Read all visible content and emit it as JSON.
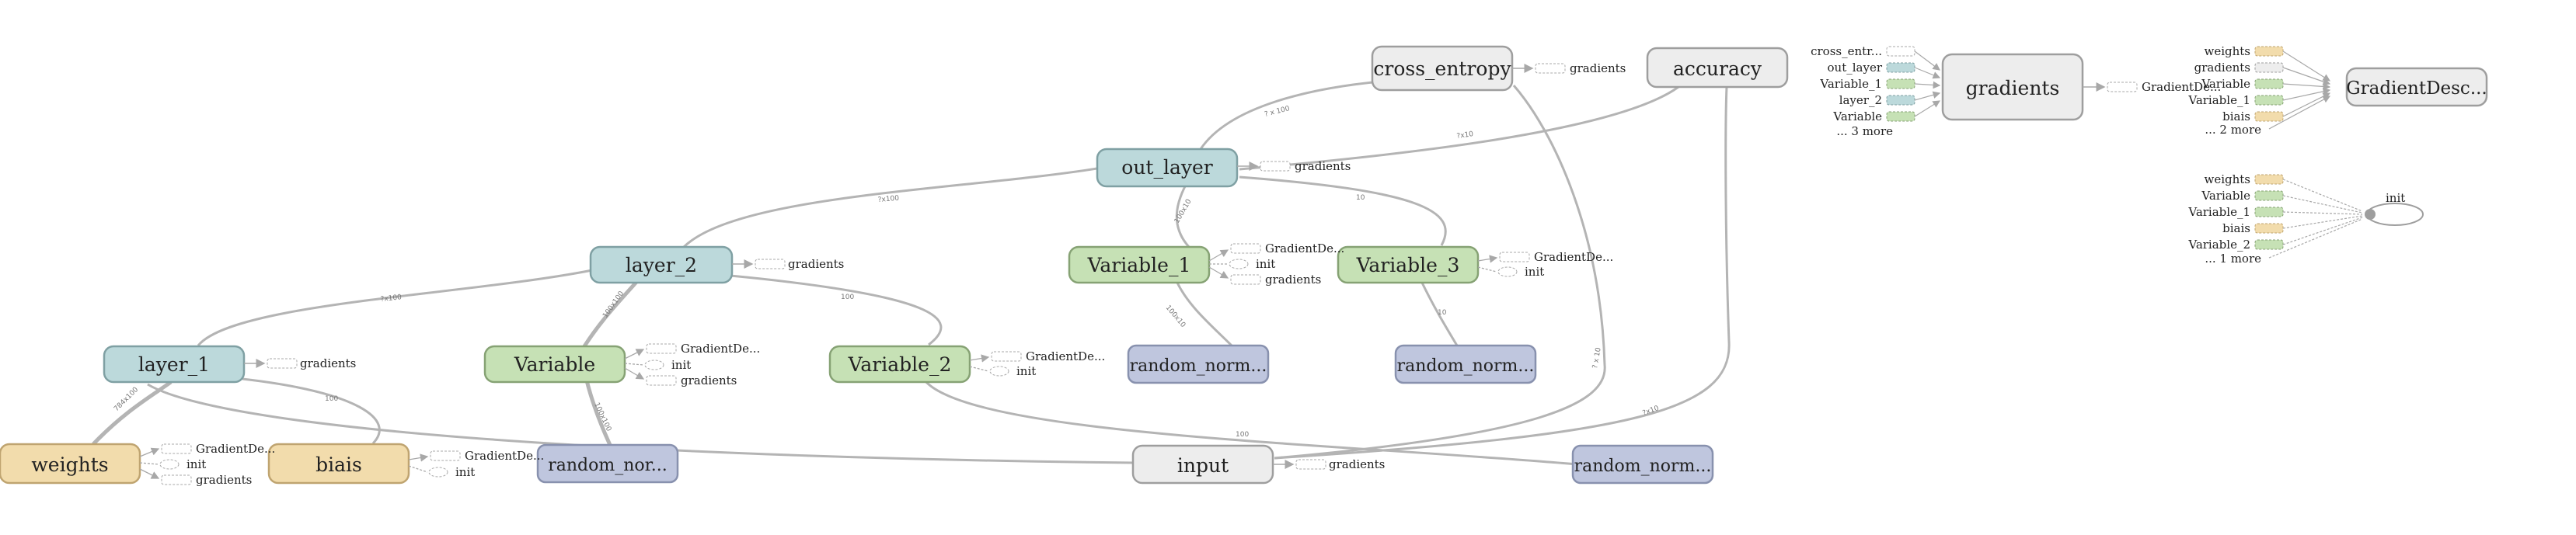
{
  "colors": {
    "gray": "#ededed",
    "gray_stroke": "#9e9e9e",
    "teal": "#bcd9db",
    "teal_stroke": "#7fa0a3",
    "green": "#c6e1b5",
    "green_stroke": "#86a274",
    "orange": "#f2dcac",
    "orange_stroke": "#bfa470",
    "blue": "#bfc6de",
    "blue_stroke": "#8891ae",
    "edge": "#b4b4b4"
  },
  "nodes": {
    "cross_entropy": "cross_entropy",
    "accuracy": "accuracy",
    "out_layer": "out_layer",
    "layer_2": "layer_2",
    "layer_1": "layer_1",
    "variable": "Variable",
    "variable_1": "Variable_1",
    "variable_2": "Variable_2",
    "variable_3": "Variable_3",
    "weights": "weights",
    "biais": "biais",
    "input": "input",
    "random_norm_a": "random_norm...",
    "random_norm_b": "random_norm...",
    "random_nor_c": "random_nor...",
    "random_norm_d": "random_norm...",
    "gradients": "gradients",
    "gradient_desc": "GradientDesc..."
  },
  "aux": {
    "gradients": "gradients",
    "gradient_de": "GradientDe...",
    "init": "init"
  },
  "gradients_panel": {
    "inputs": [
      "cross_entr...",
      "out_layer",
      "Variable_1",
      "layer_2",
      "Variable"
    ],
    "more": "... 3 more"
  },
  "gd_panel": {
    "inputs": [
      "weights",
      "gradients",
      "Variable",
      "Variable_1",
      "biais"
    ],
    "more": "... 2 more"
  },
  "init_panel": {
    "inputs": [
      "weights",
      "Variable",
      "Variable_1",
      "biais",
      "Variable_2"
    ],
    "more": "... 1 more",
    "title": "init"
  },
  "edge_labels": {
    "ce_out": "? x 100",
    "acc_out": "?x10",
    "out_l2": "?x100",
    "out_v3": "10",
    "out_v1": "100x10",
    "l2_l1": "?x100",
    "l2_v": "100x100",
    "l2_v2": "100",
    "v1_rn": "100x10",
    "v3_rn": "10",
    "l1_w": "784x100",
    "l1_b": "100",
    "v_rn": "100x100",
    "v2_rn": "100",
    "ce_in": "? x 10",
    "acc_in": "?x10"
  }
}
